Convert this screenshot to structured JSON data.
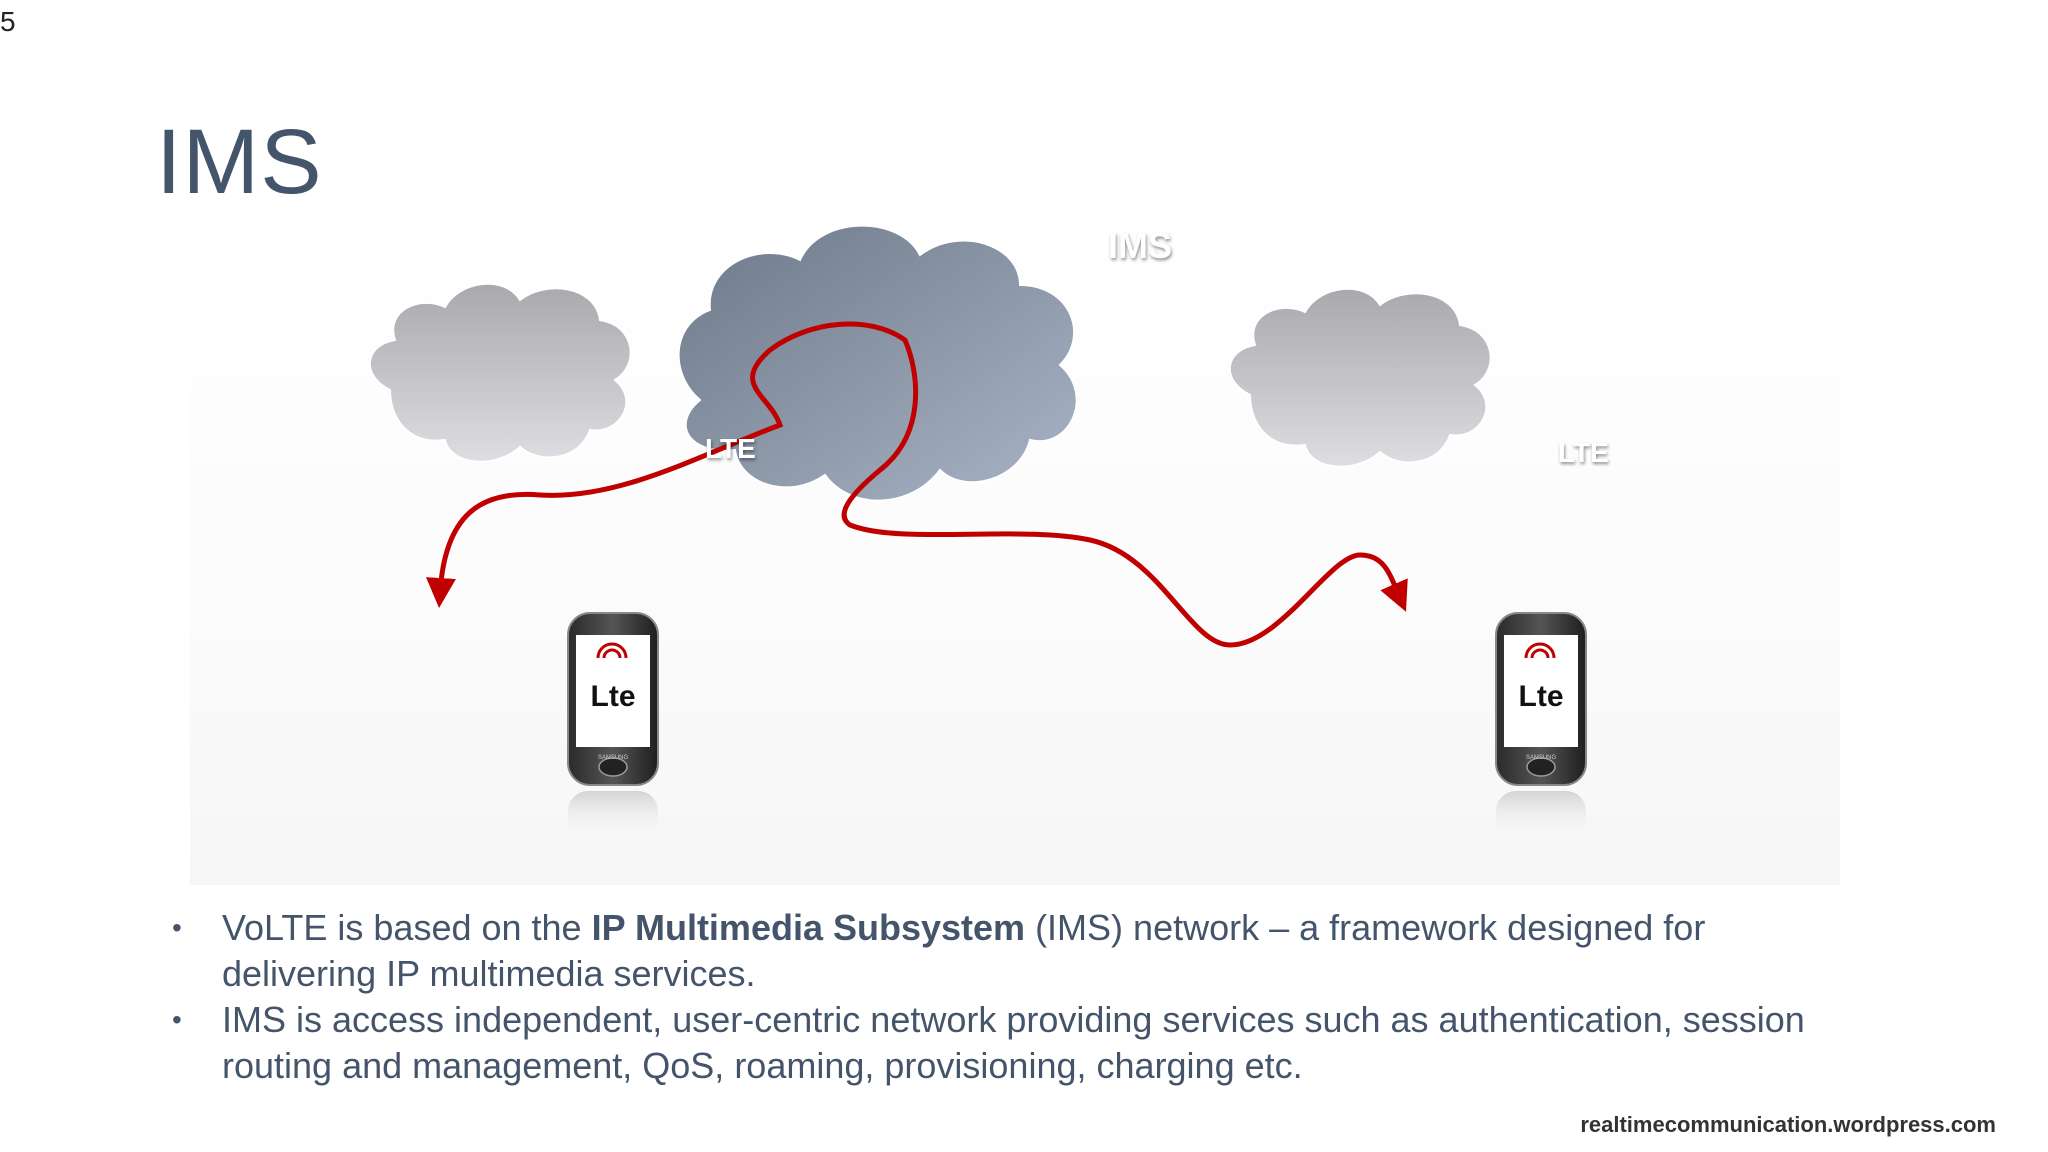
{
  "slide": {
    "number": "5",
    "title": "IMS",
    "source": "realtimecommunication.wordpress.com"
  },
  "diagram": {
    "ims_cloud_label": "IMS",
    "lte_left_label": "LTE",
    "lte_right_label": "LTE",
    "phone_logo_text": "Lte",
    "phone_brand": "SAMSUNG",
    "colors": {
      "ims_cloud": "#8e9bab",
      "lte_cloud": "#c8c8cc",
      "signal_path": "#c00000"
    }
  },
  "bullets": [
    {
      "pre": "VoLTE is based on the ",
      "bold": "IP Multimedia Subsystem",
      "post": " (IMS) network – a framework designed for delivering IP multimedia services."
    },
    {
      "pre": "IMS is access independent, user-centric network providing services such as authentication, session routing and management, QoS, roaming, provisioning, charging etc.",
      "bold": "",
      "post": ""
    }
  ]
}
